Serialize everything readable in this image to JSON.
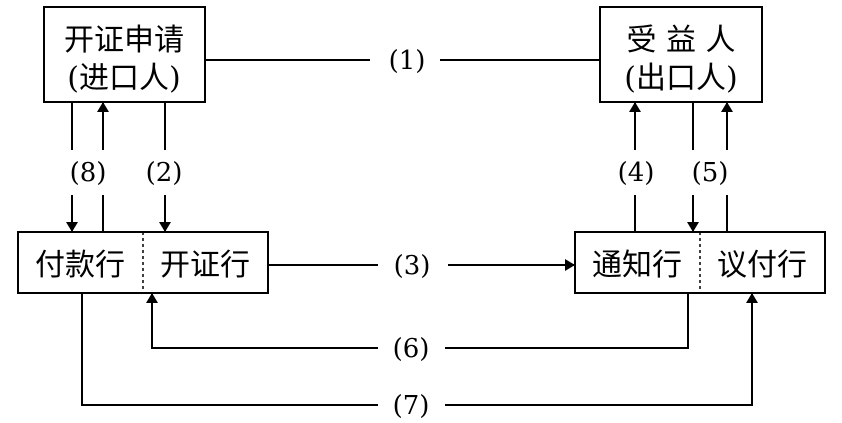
{
  "nodes": {
    "applicant": {
      "line1": "开证申请",
      "line2": "(进口人)"
    },
    "beneficiary": {
      "line1": "受 益 人",
      "line2": "(出口人)"
    },
    "paying_bank": "付款行",
    "issuing_bank": "开证行",
    "advising_bank": "通知行",
    "negotiating_bank": "议付行"
  },
  "steps": {
    "s1": "(1)",
    "s2": "(2)",
    "s3": "(3)",
    "s4": "(4)",
    "s5": "(5)",
    "s6": "(6)",
    "s7": "(7)",
    "s8": "(8)"
  },
  "colors": {
    "line": "#000000",
    "background": "#ffffff"
  }
}
